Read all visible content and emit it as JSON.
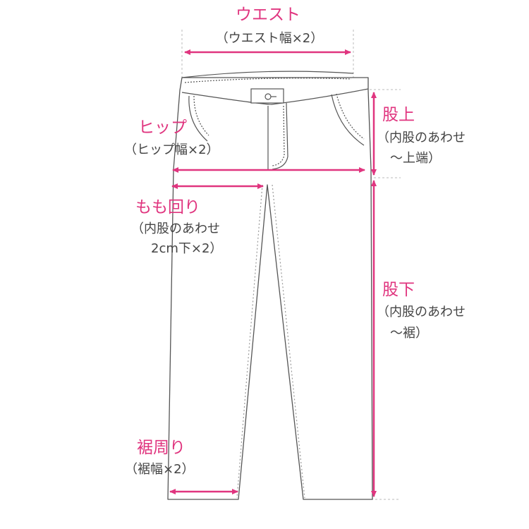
{
  "colors": {
    "accent": "#e0357f",
    "outline": "#555555",
    "note_text": "#444444",
    "guide": "#bbbbbb"
  },
  "waist": {
    "title": "ウエスト",
    "note": "（ウエスト幅×2）"
  },
  "hip": {
    "title": "ヒップ",
    "note": "（ヒップ幅×2）"
  },
  "thigh": {
    "title": "もも回り",
    "note_line1": "（内股のあわせ",
    "note_line2": "2cm下×2）"
  },
  "rise": {
    "title": "股上",
    "note_line1": "（内股のあわせ",
    "note_line2": "～上端）"
  },
  "inseam": {
    "title": "股下",
    "note_line1": "（内股のあわせ",
    "note_line2": "～裾）"
  },
  "hem": {
    "title": "裾周り",
    "note": "（裾幅×2）"
  }
}
